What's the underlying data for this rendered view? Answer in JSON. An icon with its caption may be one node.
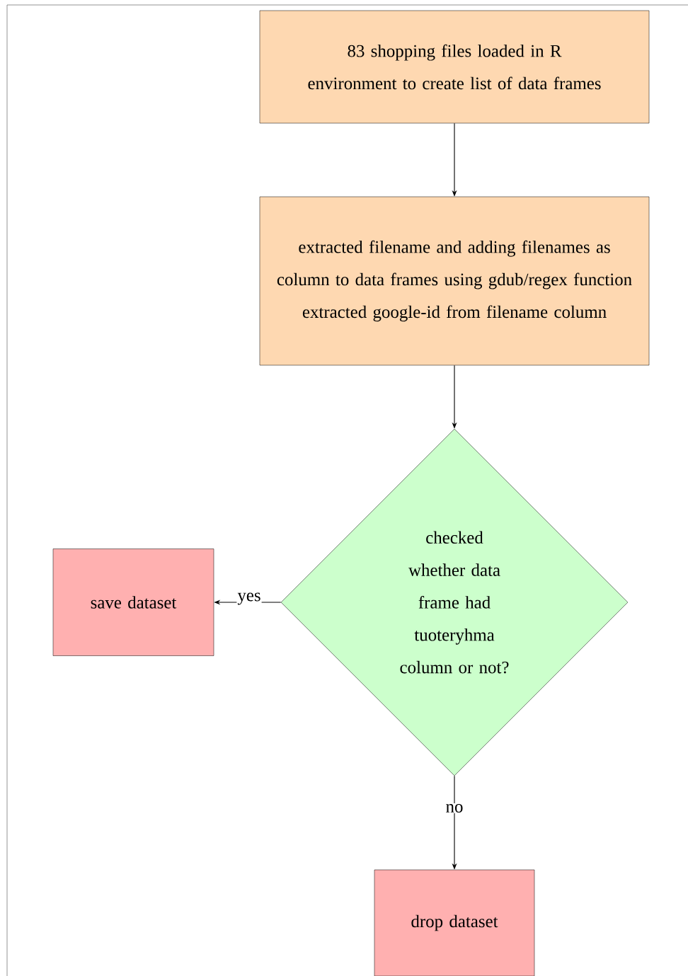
{
  "diagram": {
    "nodes": [
      {
        "text": [
          "83 shopping files loaded in R environment to create list of data frames"
        ]
      },
      {
        "text": [
          "extracted filename and adding filenames as column to data frames using gdub/regex function extracted google-id from filename column"
        ]
      },
      {
        "text": [
          "checked whether data frame had tuoteryhma column or not?"
        ]
      },
      {
        "text": [
          "save dataset"
        ]
      },
      {
        "text": [
          "drop dataset"
        ]
      }
    ],
    "edges": [
      {
        "from": 0,
        "to": 1,
        "arrow": "to"
      },
      {
        "from": 1,
        "to": 2,
        "arrow": "to"
      },
      {
        "from": 2,
        "to": 3,
        "arrow": "to",
        "label": "yes"
      },
      {
        "from": 2,
        "to": 4,
        "arrow": "to",
        "label": "no"
      }
    ]
  }
}
